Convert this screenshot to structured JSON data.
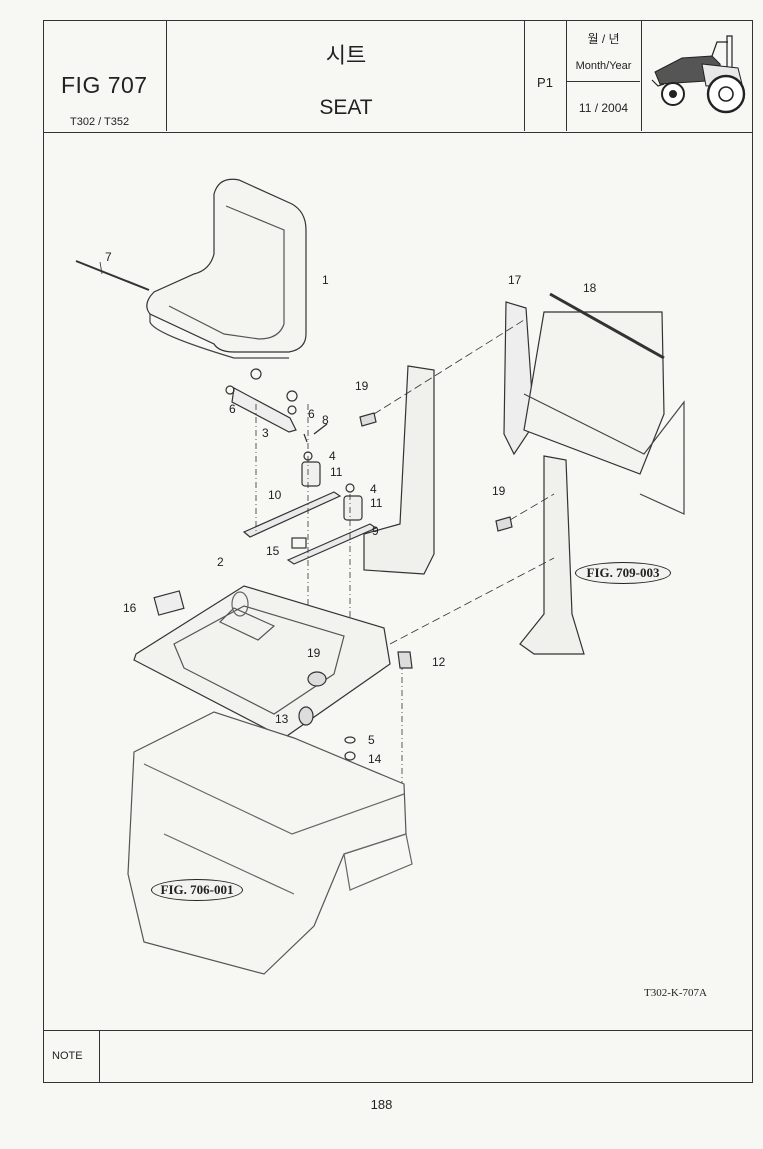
{
  "header": {
    "fig_number": "FIG 707",
    "models": "T302 / T352",
    "title_korean": "시트",
    "title_english": "SEAT",
    "page_code": "P1",
    "date_label_korean": "월 / 년",
    "date_label_english": "Month/Year",
    "date_value": "11 / 2004",
    "tractor_icon": "tractor-icon"
  },
  "diagram": {
    "callouts": [
      "1",
      "2",
      "3",
      "4",
      "4",
      "5",
      "6",
      "6",
      "7",
      "8",
      "9",
      "10",
      "11",
      "11",
      "12",
      "13",
      "14",
      "15",
      "16",
      "17",
      "18",
      "19",
      "19",
      "19"
    ],
    "figure_references": [
      "FIG. 709-003",
      "FIG. 706-001"
    ],
    "drawing_code": "T302-K-707A"
  },
  "footer": {
    "note_label": "NOTE",
    "note_text": ""
  },
  "page_number": "188"
}
